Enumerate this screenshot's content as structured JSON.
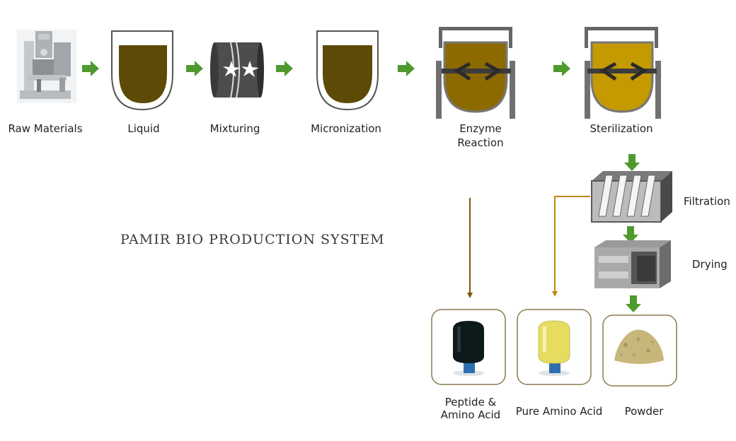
{
  "title": "PAMIR BIO PRODUCTION SYSTEM",
  "colors": {
    "arrow_green": "#4e9a2e",
    "liquid_brown": "#5c4a06",
    "enzyme_gold": "#8c6a00",
    "sterile_gold": "#c49a00",
    "line_brown": "#7a5a00",
    "line_gold": "#b98a10",
    "card_border": "#8a7a50",
    "peptide_black": "#0d1a1c",
    "amino_yellow": "#e7dc62",
    "powder_tan": "#c7b77a"
  },
  "steps": {
    "raw_materials": {
      "label": "Raw Materials",
      "icon": "press-machine-icon"
    },
    "liquid": {
      "label": "Liquid",
      "icon": "vessel-icon"
    },
    "mixturing": {
      "label": "Mixturing",
      "icon": "mixer-drum-icon"
    },
    "micronization": {
      "label": "Micronization",
      "icon": "vessel-icon"
    },
    "enzyme_reaction": {
      "label_line1": "Enzyme",
      "label_line2": "Reaction",
      "icon": "reactor-tank-icon"
    },
    "sterilization": {
      "label": "Sterilization",
      "icon": "reactor-tank-icon"
    },
    "filtration": {
      "label": "Filtration",
      "icon": "filter-plates-icon"
    },
    "drying": {
      "label": "Drying",
      "icon": "dryer-box-icon"
    }
  },
  "products": {
    "peptide": {
      "label_line1": "Peptide &",
      "label_line2": "Amino Acid",
      "icon": "black-bottle-icon"
    },
    "pure_amino": {
      "label": "Pure Amino Acid",
      "icon": "yellow-bottle-icon"
    },
    "powder": {
      "label": "Powder",
      "icon": "powder-pile-icon"
    }
  }
}
